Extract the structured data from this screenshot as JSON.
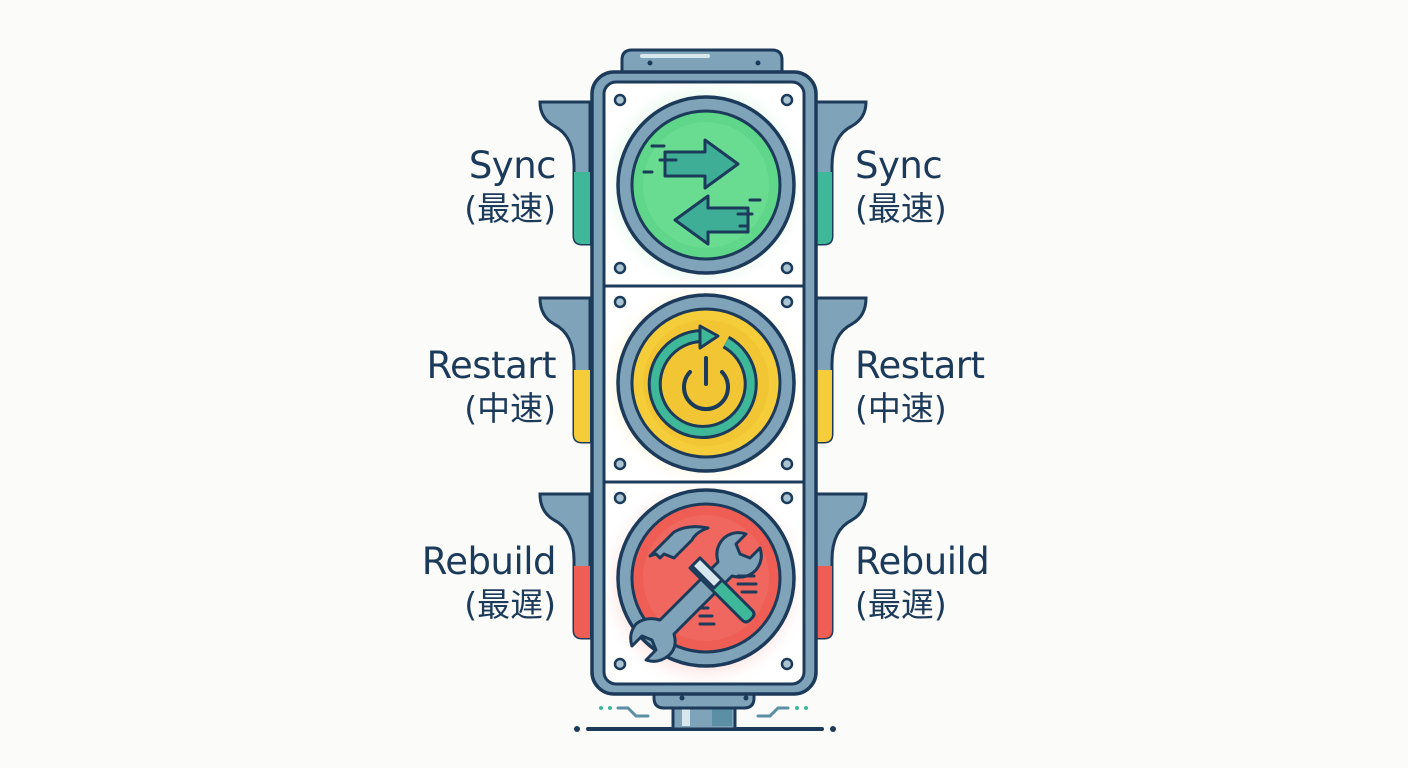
{
  "diagram": {
    "type": "traffic-light",
    "levels": [
      {
        "name": "Sync",
        "speed": "(最速)",
        "color": "green",
        "lamp_hex": "#5fd68a",
        "icon": "sync-arrows-icon"
      },
      {
        "name": "Restart",
        "speed": "(中速)",
        "color": "yellow",
        "lamp_hex": "#f5cc3a",
        "icon": "restart-power-icon"
      },
      {
        "name": "Rebuild",
        "speed": "(最遅)",
        "color": "red",
        "lamp_hex": "#ee5e55",
        "icon": "hammer-wrench-icon"
      }
    ],
    "left_labels": [
      {
        "en": "Sync",
        "jp": "(最速)"
      },
      {
        "en": "Restart",
        "jp": "(中速)"
      },
      {
        "en": "Rebuild",
        "jp": "(最遅)"
      }
    ],
    "right_labels": [
      {
        "en": "Sync",
        "jp": "(最速)"
      },
      {
        "en": "Restart",
        "jp": "(中速)"
      },
      {
        "en": "Rebuild",
        "jp": "(最遅)"
      }
    ],
    "colors": {
      "outline": "#1c3a5a",
      "housing": "#7fa3b8",
      "housing_light": "#a9c4d2",
      "green": "#5fd68a",
      "yellow": "#f5cc3a",
      "red": "#ee5e55",
      "teal_accent": "#3fb89a"
    }
  }
}
